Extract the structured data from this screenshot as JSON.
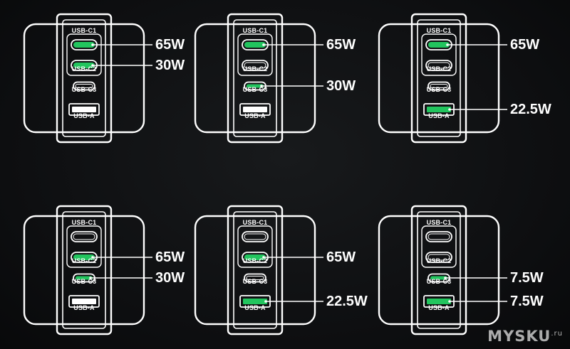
{
  "port_labels": {
    "c1": "USB-C1",
    "c2": "USB-C2",
    "c3": "USB-C3",
    "a": "USB-A"
  },
  "colors": {
    "active": "#22c55e",
    "outline": "#ffffff",
    "inactive_fill": "#ffffff",
    "background": "#0d0e10"
  },
  "configs": [
    {
      "active": {
        "c1": true,
        "c2": true,
        "c3": false,
        "a": false
      },
      "outputs": [
        {
          "port": "c1",
          "label": "65W"
        },
        {
          "port": "c2",
          "label": "30W"
        }
      ]
    },
    {
      "active": {
        "c1": true,
        "c2": false,
        "c3": true,
        "a": false
      },
      "outputs": [
        {
          "port": "c1",
          "label": "65W"
        },
        {
          "port": "c3",
          "label": "30W"
        }
      ]
    },
    {
      "active": {
        "c1": true,
        "c2": false,
        "c3": false,
        "a": true
      },
      "outputs": [
        {
          "port": "c1",
          "label": "65W"
        },
        {
          "port": "a",
          "label": "22.5W"
        }
      ]
    },
    {
      "active": {
        "c1": false,
        "c2": true,
        "c3": true,
        "a": false
      },
      "outputs": [
        {
          "port": "c2",
          "label": "65W"
        },
        {
          "port": "c3",
          "label": "30W"
        }
      ]
    },
    {
      "active": {
        "c1": false,
        "c2": true,
        "c3": false,
        "a": true
      },
      "outputs": [
        {
          "port": "c2",
          "label": "65W"
        },
        {
          "port": "a",
          "label": "22.5W"
        }
      ]
    },
    {
      "active": {
        "c1": false,
        "c2": false,
        "c3": true,
        "a": true
      },
      "outputs": [
        {
          "port": "c3",
          "label": "7.5W"
        },
        {
          "port": "a",
          "label": "7.5W"
        }
      ]
    }
  ],
  "watermark": {
    "text": "MYSKU",
    "suffix": ".ru"
  }
}
